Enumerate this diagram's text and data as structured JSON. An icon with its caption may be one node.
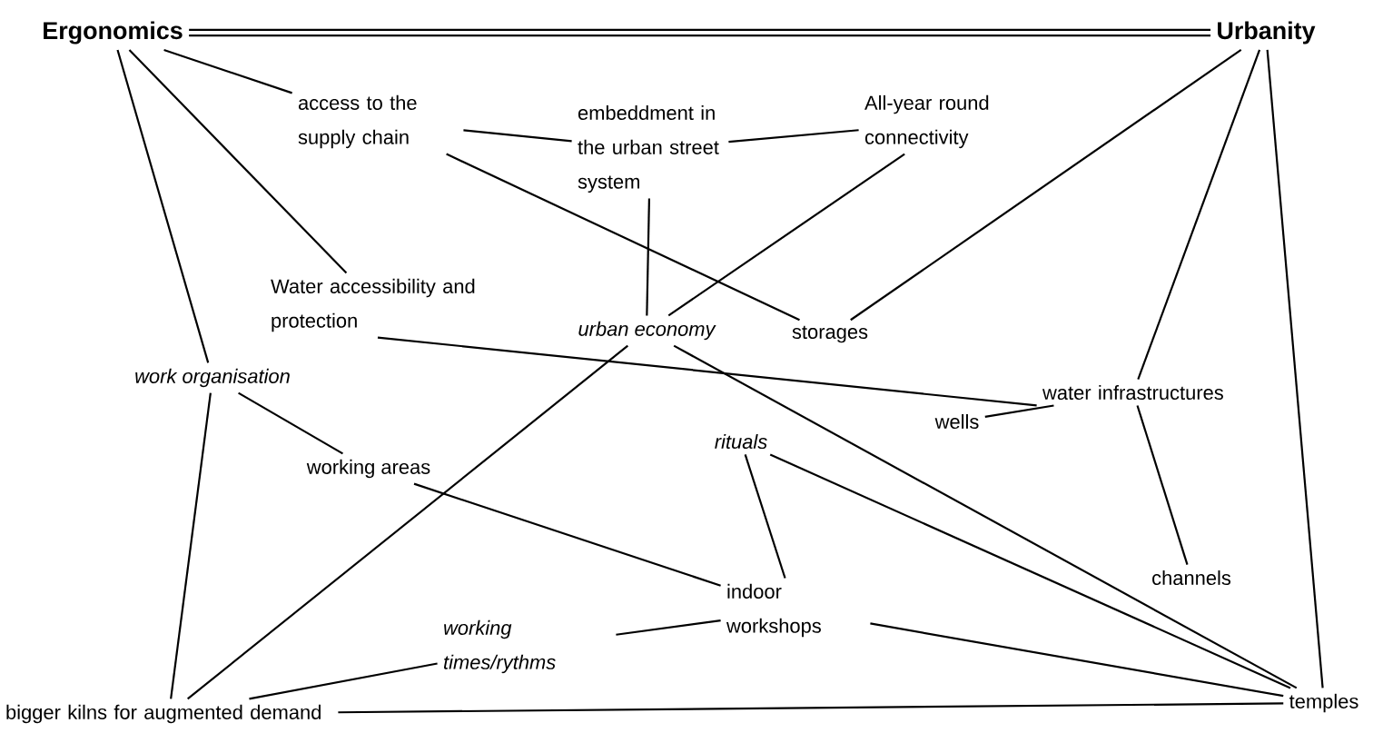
{
  "diagram": {
    "nodes": [
      {
        "text": [
          "Ergonomics"
        ]
      },
      {
        "text": [
          "Urbanity"
        ]
      },
      {
        "text": [
          "access to the supply chain"
        ]
      },
      {
        "text": [
          "embeddment in the urban street system"
        ]
      },
      {
        "text": [
          "All-year round connectivity"
        ]
      },
      {
        "text": [
          "Water accessibility and protection"
        ]
      },
      {
        "text": [
          "urban economy"
        ]
      },
      {
        "text": [
          "storages"
        ]
      },
      {
        "text": [
          "work organisation"
        ]
      },
      {
        "text": [
          "water infrastructures"
        ]
      },
      {
        "text": [
          "wells"
        ]
      },
      {
        "text": [
          "working areas"
        ]
      },
      {
        "text": [
          "rituals"
        ]
      },
      {
        "text": [
          "channels"
        ]
      },
      {
        "text": [
          "indoor workshops"
        ]
      },
      {
        "text": [
          "working times/rythms"
        ]
      },
      {
        "text": [
          "bigger kilns for augmented demand"
        ]
      },
      {
        "text": [
          "temples"
        ]
      }
    ],
    "edges": [
      {
        "from": 0,
        "to": 1,
        "arrow": "none"
      },
      {
        "from": 0,
        "to": 1,
        "arrow": "none"
      },
      {
        "from": 0,
        "to": 2,
        "arrow": "none"
      },
      {
        "from": 0,
        "to": 5,
        "arrow": "none"
      },
      {
        "from": 0,
        "to": 8,
        "arrow": "none"
      },
      {
        "from": 2,
        "to": 3,
        "arrow": "none"
      },
      {
        "from": 3,
        "to": 4,
        "arrow": "none"
      },
      {
        "from": 2,
        "to": 7,
        "arrow": "none"
      },
      {
        "from": 3,
        "to": 6,
        "arrow": "none"
      },
      {
        "from": 4,
        "to": 6,
        "arrow": "none"
      },
      {
        "from": 1,
        "to": 7,
        "arrow": "none"
      },
      {
        "from": 1,
        "to": 9,
        "arrow": "none"
      },
      {
        "from": 1,
        "to": 17,
        "arrow": "none"
      },
      {
        "from": 5,
        "to": 9,
        "arrow": "none"
      },
      {
        "from": 6,
        "to": 16,
        "arrow": "none"
      },
      {
        "from": 6,
        "to": 17,
        "arrow": "none"
      },
      {
        "from": 10,
        "to": 9,
        "arrow": "none"
      },
      {
        "from": 9,
        "to": 13,
        "arrow": "none"
      },
      {
        "from": 8,
        "to": 11,
        "arrow": "none"
      },
      {
        "from": 8,
        "to": 16,
        "arrow": "none"
      },
      {
        "from": 11,
        "to": 14,
        "arrow": "none"
      },
      {
        "from": 15,
        "to": 14,
        "arrow": "none"
      },
      {
        "from": 15,
        "to": 16,
        "arrow": "none"
      },
      {
        "from": 12,
        "to": 14,
        "arrow": "none"
      },
      {
        "from": 12,
        "to": 17,
        "arrow": "none"
      },
      {
        "from": 14,
        "to": 17,
        "arrow": "none"
      },
      {
        "from": 16,
        "to": 17,
        "arrow": "none"
      }
    ]
  }
}
